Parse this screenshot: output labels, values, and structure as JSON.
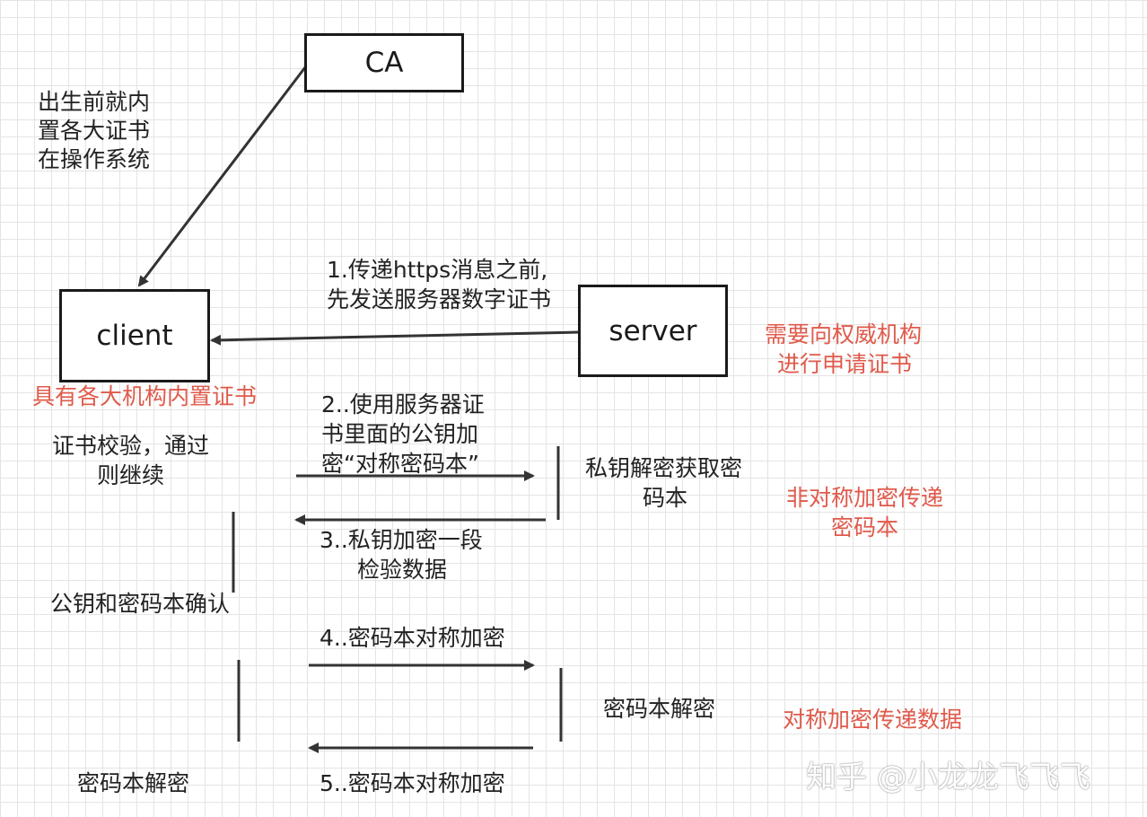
{
  "nodes": {
    "ca": "CA",
    "client": "client",
    "server": "server"
  },
  "notes": {
    "ca_preinstalled": [
      "出生前就内",
      "置各大证书",
      "在操作系统"
    ],
    "client_builtin": "具有各大机构内置证书",
    "server_apply": [
      "需要向权威机构",
      "进行申请证书"
    ],
    "cert_verify": [
      "证书校验，通过",
      "则继续"
    ],
    "pubkey_confirm": "公钥和密码本确认",
    "client_decrypt": "密码本解密",
    "private_decrypt": [
      "私钥解密获取密",
      "码本"
    ],
    "asym_transfer": [
      "非对称加密传递",
      "密码本"
    ],
    "server_decrypt": "密码本解密",
    "sym_transfer": "对称加密传递数据"
  },
  "steps": {
    "s1": [
      "1.传递https消息之前,",
      "先发送服务器数字证书"
    ],
    "s2": [
      "2..使用服务器证",
      "书里面的公钥加",
      "密“对称密码本”"
    ],
    "s3": [
      "3..私钥加密一段",
      "检验数据"
    ],
    "s4": "4..密码本对称加密",
    "s5": "5..密码本对称加密"
  },
  "watermark": "知乎 @小龙龙飞飞飞",
  "colors": {
    "red": "#e05a4b",
    "line": "#333333"
  }
}
